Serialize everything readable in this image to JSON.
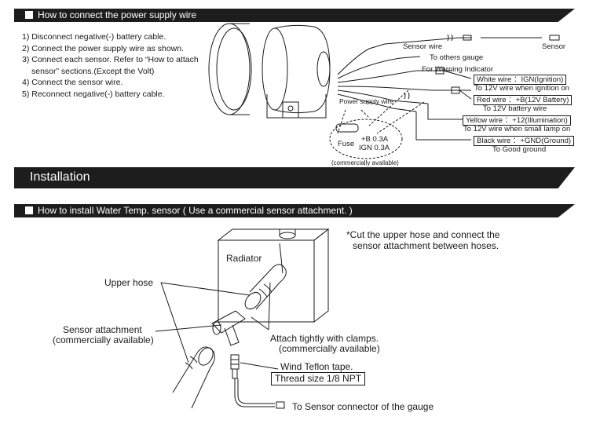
{
  "section1": {
    "title": "How to connect the power supply wire",
    "steps": [
      "1) Disconnect negative(-) battery cable.",
      "2) Connect the power supply wire as shown.",
      "3) Connect each sensor. Refer to “How to attach",
      "    sensor” sections.(Except the Volt)",
      "4) Connect the sensor wire.",
      "5) Reconnect negative(-) battery cable."
    ],
    "labels": {
      "sensor_wire": "Sensor wire",
      "sensor": "Sensor",
      "to_others_gauge": "To others gauge",
      "for_warning": "For Warning Indicator",
      "power_supply_wire": "Power supply wire",
      "fuse": "Fuse",
      "fuse_b": "+B  0.3A",
      "fuse_ign": "IGN  0.3A",
      "commercially": "(commercially available)"
    },
    "wires": [
      {
        "label": "White wire ：IGN(Ignition)",
        "dest": "To 12V wire when ignition on"
      },
      {
        "label": "Red wire ：+B(12V Battery)",
        "dest": "To 12V battery wire"
      },
      {
        "label": "Yellow wire ：+12(Illumination)",
        "dest": "To 12V wire when small lamp on"
      },
      {
        "label": "Black wire ：+GND(Ground)",
        "dest": "To Good ground"
      }
    ]
  },
  "section2": {
    "title": "Installation"
  },
  "section3": {
    "title": "How to install Water Temp. sensor ( Use a commercial sensor attachment. )",
    "note_line1": "*Cut the upper hose and connect the",
    "note_line2": "sensor attachment between hoses.",
    "radiator": "Radiator",
    "upper_hose": "Upper hose",
    "sensor_attachment_1": "Sensor attachment",
    "sensor_attachment_2": "(commercially available)",
    "attach_1": "Attach tightly with clamps.",
    "attach_2": "(commercially available)",
    "teflon": "Wind Teflon tape.",
    "thread": "Thread size  1/8 NPT",
    "to_sensor": "To Sensor connector of the gauge"
  }
}
